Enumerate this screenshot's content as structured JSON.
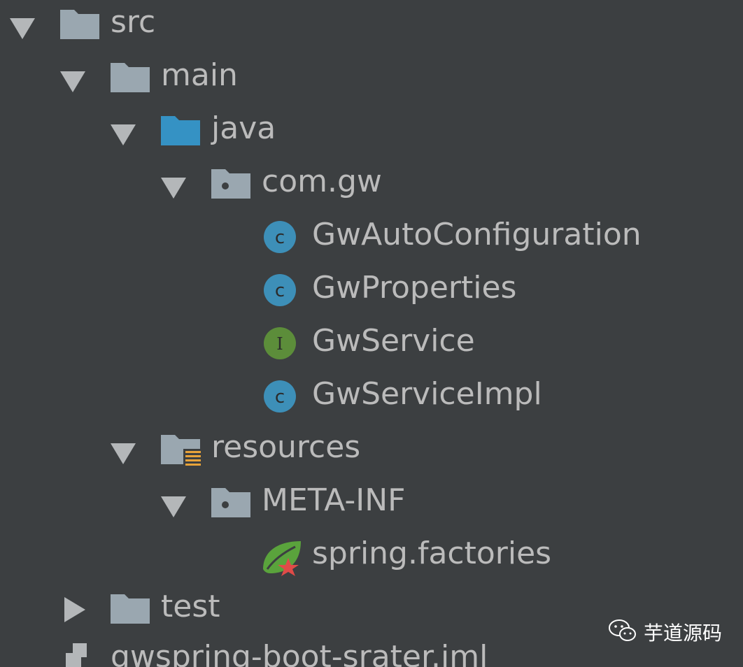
{
  "tree": {
    "nodes": [
      {
        "label": "src",
        "arrow": "down",
        "icon": "folder-icon"
      },
      {
        "label": "main",
        "arrow": "down",
        "icon": "folder-icon"
      },
      {
        "label": "java",
        "arrow": "down",
        "icon": "source-folder-icon"
      },
      {
        "label": "com.gw",
        "arrow": "down",
        "icon": "package-icon"
      },
      {
        "label": "GwAutoConfiguration",
        "arrow": "none",
        "icon": "class-icon"
      },
      {
        "label": "GwProperties",
        "arrow": "none",
        "icon": "class-icon"
      },
      {
        "label": "GwService",
        "arrow": "none",
        "icon": "interface-icon"
      },
      {
        "label": "GwServiceImpl",
        "arrow": "none",
        "icon": "class-icon"
      },
      {
        "label": "resources",
        "arrow": "down",
        "icon": "resources-folder-icon"
      },
      {
        "label": "META-INF",
        "arrow": "down",
        "icon": "package-icon"
      },
      {
        "label": "spring.factories",
        "arrow": "none",
        "icon": "spring-icon"
      },
      {
        "label": "test",
        "arrow": "right",
        "icon": "folder-icon"
      },
      {
        "label": "gwspring-boot-srater.iml",
        "arrow": "none",
        "icon": "module-file-icon"
      }
    ]
  },
  "watermark": {
    "text": "芋道源码",
    "icon": "wechat-icon"
  },
  "colors": {
    "background": "#3c3f41",
    "text": "#bbbbbb",
    "arrow": "#b4b7b9",
    "folder": "#9aa7b0",
    "source_folder": "#3592c4",
    "class": "#40b6e0",
    "interface": "#62b543",
    "resources_accent": "#f4af3d",
    "spring_leaf": "#62b543",
    "spring_star": "#e04b48"
  }
}
